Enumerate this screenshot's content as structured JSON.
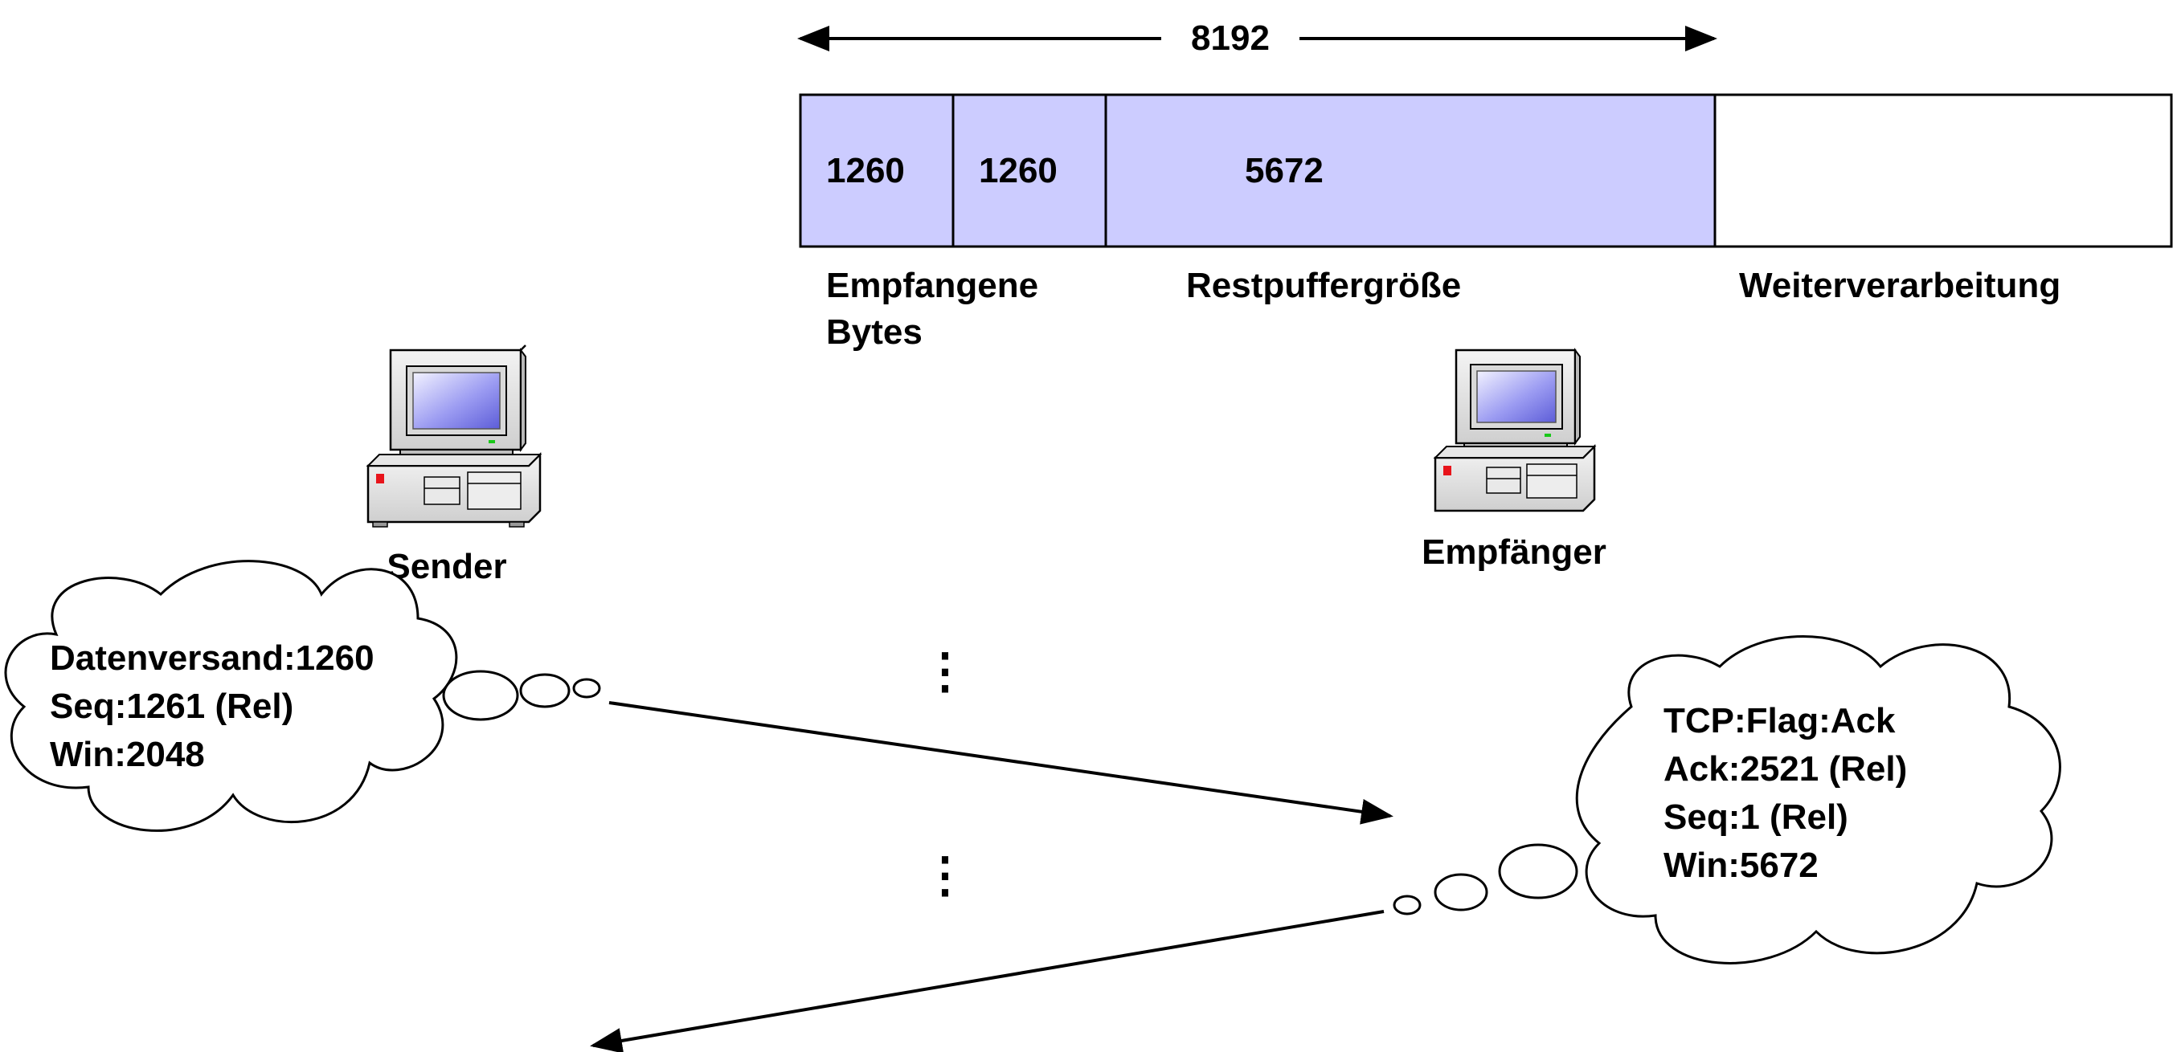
{
  "buffer": {
    "total_size": "8192",
    "segments": [
      {
        "label": "1260",
        "color": "#ccccff"
      },
      {
        "label": "1260",
        "color": "#ccccff"
      },
      {
        "label": "5672",
        "color": "#ccccff",
        "label_color": "#e8141b"
      },
      {
        "label": "",
        "color": "#ffffff"
      }
    ],
    "captions": {
      "received": [
        "Empfangene",
        "Bytes"
      ],
      "remaining": "Restpuffergröße",
      "processing": "Weiterverarbeitung"
    }
  },
  "sender": {
    "label": "Sender",
    "icon": "desktop-computer-icon"
  },
  "receiver": {
    "label": "Empfänger",
    "icon": "desktop-computer-icon"
  },
  "sender_bubble": {
    "lines": [
      "Datenversand:1260",
      "Seq:1261 (Rel)",
      "Win:2048"
    ]
  },
  "receiver_bubble": {
    "lines": [
      "TCP:Flag:Ack",
      "Ack:2521 (Rel)",
      "Seq:1 (Rel)",
      "Win:5672"
    ],
    "highlight_color": "#e8141b"
  },
  "continuation_marks": [
    "⋮",
    "⋮"
  ],
  "colors": {
    "buffer_fill": "#ccccff",
    "highlight": "#e8141b",
    "line": "#000000"
  }
}
